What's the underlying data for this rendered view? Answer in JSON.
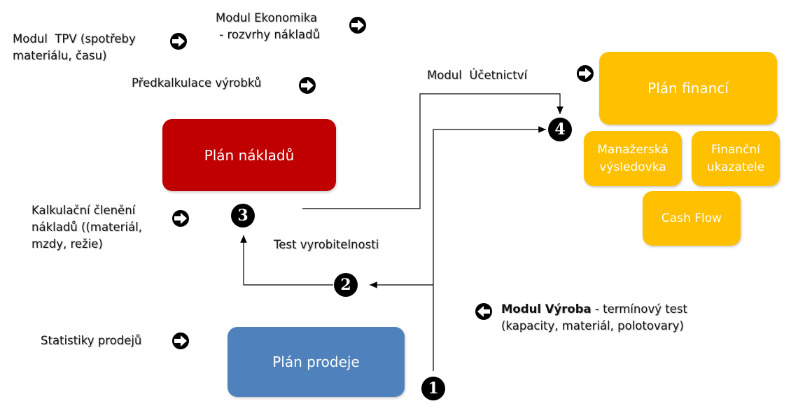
{
  "labels": {
    "tpv": "Modul  TPV (spotřeby\nmateriálu, času)",
    "ekonomika": "Modul Ekonomika\n - rozvrhy nákladů",
    "predkalkulace": "Předkalkulace výrobků",
    "ucetnictvi": "Modul  Účetnictví",
    "kalkulacni": "Kalkulační členění\nnákladů ((materiál,\nmzdy, režie)",
    "test": "Test vyrobitelnosti",
    "vyroba_bold": "Modul Výroba",
    "vyroba_rest": " - termínový test",
    "vyroba_line2": "(kapacity, materiál, polotovary)",
    "statistiky": "Statistiky prodejů"
  },
  "boxes": {
    "plan_nakladu": "Plán nákladů",
    "plan_financi": "Plán financí",
    "manazerska": "Manažerská\nvýsledovka",
    "financni": "Finanční\nukazatele",
    "cashflow": "Cash Flow",
    "plan_prodeje": "Plán prodeje"
  },
  "steps": [
    "1",
    "2",
    "3",
    "4"
  ],
  "colors": {
    "red": "#C00000",
    "yellow": "#FFC000",
    "blue": "#4F81BD"
  }
}
